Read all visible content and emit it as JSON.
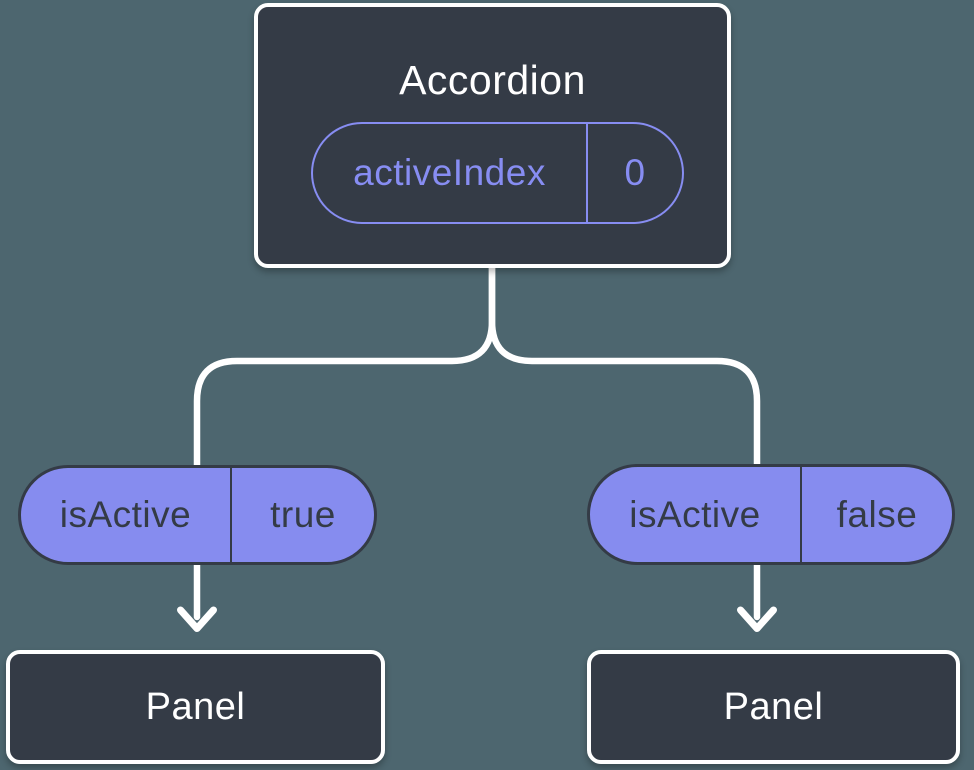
{
  "diagram": {
    "type": "component-tree",
    "root": {
      "title": "Accordion",
      "state": {
        "label": "activeIndex",
        "value": "0"
      }
    },
    "children": [
      {
        "prop": {
          "label": "isActive",
          "value": "true"
        },
        "title": "Panel"
      },
      {
        "prop": {
          "label": "isActive",
          "value": "false"
        },
        "title": "Panel"
      }
    ]
  },
  "colors": {
    "background": "#4d666f",
    "node_fill": "#343b46",
    "node_border": "#ffffff",
    "pill_fill": "#868cef",
    "pill_outline": "#878df2",
    "dark_text": "#343b46",
    "light_text": "#ffffff",
    "connector": "#ffffff"
  }
}
